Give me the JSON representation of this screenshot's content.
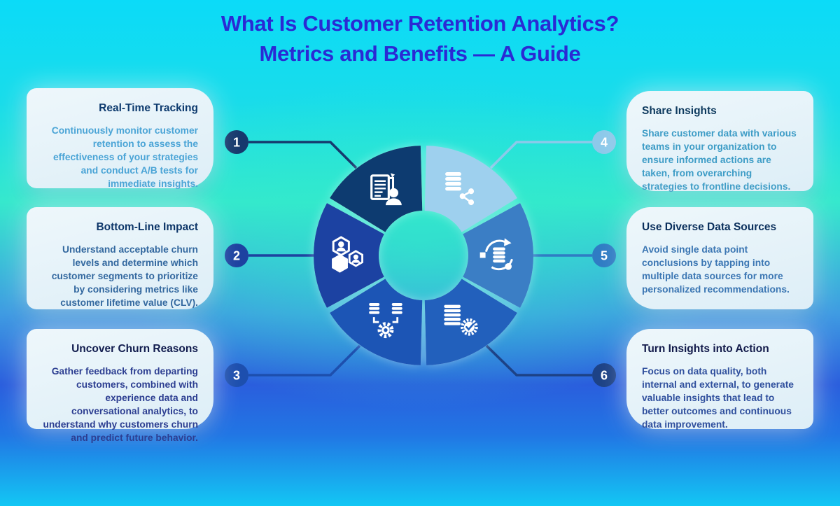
{
  "title": {
    "line1": "What Is Customer Retention Analytics?",
    "line2": "Metrics and Benefits — A Guide",
    "color": "#2a2ad4"
  },
  "cards": [
    {
      "number": "1",
      "side": "left",
      "title": "Real-Time Tracking",
      "body": "Continuously monitor customer retention to assess the effectiveness of your strategies and conduct A/B tests for immediate insights."
    },
    {
      "number": "2",
      "side": "left",
      "title": "Bottom-Line Impact",
      "body": "Understand acceptable churn levels and determine which customer segments to prioritize by considering metrics like customer lifetime value (CLV)."
    },
    {
      "number": "3",
      "side": "left",
      "title": "Uncover Churn Reasons",
      "body": "Gather feedback from departing customers, combined with experience data and conversational analytics, to understand why customers churn and predict future behavior."
    },
    {
      "number": "4",
      "side": "right",
      "title": "Share Insights",
      "body": "Share customer data with various teams in your organization to ensure informed actions are taken, from overarching strategies to frontline decisions."
    },
    {
      "number": "5",
      "side": "right",
      "title": "Use Diverse Data Sources",
      "body": "Avoid single data point conclusions by tapping into multiple data sources for more personalized recommendations."
    },
    {
      "number": "6",
      "side": "right",
      "title": "Turn Insights into Action",
      "body": "Focus on data quality, both internal and external, to generate valuable insights that lead to better outcomes and continuous data improvement."
    }
  ],
  "diagram": {
    "segments": [
      {
        "icon": "report-user-icon",
        "color": "#0f3a6f"
      },
      {
        "icon": "team-hexagons-icon",
        "color": "#1c43a2"
      },
      {
        "icon": "database-gear-icon",
        "color": "#1d55b5"
      },
      {
        "icon": "database-share-icon",
        "color": "#9ed0ee"
      },
      {
        "icon": "database-sync-icon",
        "color": "#3a7ec5"
      },
      {
        "icon": "database-check-icon",
        "color": "#2161bc"
      }
    ],
    "badges": [
      {
        "color": "#16396d"
      },
      {
        "color": "#1d42a0"
      },
      {
        "color": "#1d4fae"
      },
      {
        "color": "#8cc9ea"
      },
      {
        "color": "#2f7cc4"
      },
      {
        "color": "#1d4286"
      }
    ],
    "background": {
      "top_cyan": "#0bdbf8",
      "mid_turquoise": "#36e8cd",
      "lower_blue": "#2a5edd",
      "bottom_cyan": "#13c7f4"
    }
  }
}
